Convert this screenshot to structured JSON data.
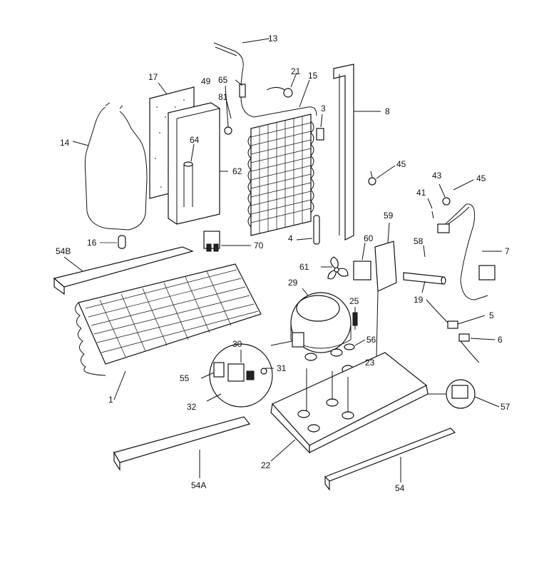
{
  "diagram": {
    "callouts": {
      "p13": "13",
      "p21": "21",
      "p15": "15",
      "p17": "17",
      "p49": "49",
      "p65": "65",
      "p81": "81",
      "p3": "3",
      "p8": "8",
      "p14": "14",
      "p64": "64",
      "p62": "62",
      "p45a": "45",
      "p43": "43",
      "p45b": "45",
      "p41": "41",
      "p16": "16",
      "p70": "70",
      "p4": "4",
      "p59": "59",
      "p60": "60",
      "p58": "58",
      "p7": "7",
      "p54b": "54B",
      "p61": "61",
      "p19": "19",
      "p29": "29",
      "p25": "25",
      "p5": "5",
      "p6": "6",
      "p56": "56",
      "p30": "30",
      "p55": "55",
      "p31": "31",
      "p23": "23",
      "p1": "1",
      "p32": "32",
      "p57": "57",
      "p22": "22",
      "p54a": "54A",
      "p54": "54"
    }
  }
}
